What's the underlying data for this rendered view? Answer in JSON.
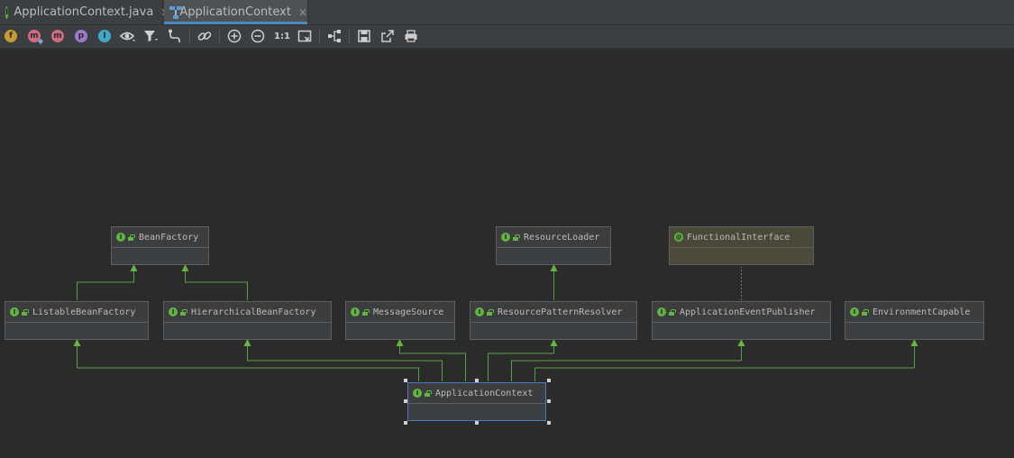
{
  "tabs": [
    {
      "label": "ApplicationContext.java",
      "icon": "interface-icon",
      "active": false
    },
    {
      "label": "ApplicationContext",
      "icon": "diagram-icon",
      "active": true
    }
  ],
  "toolbar": {
    "fields_badge": "f",
    "constructors_badge": "m",
    "methods_badge": "m",
    "properties_badge": "p",
    "inner_classes_badge": "I",
    "zoom_actual_label": "1:1"
  },
  "diagram": {
    "nodes": {
      "bean_factory": "BeanFactory",
      "resource_loader": "ResourceLoader",
      "functional_interface": "FunctionalInterface",
      "listable_bean_factory": "ListableBeanFactory",
      "hierarchical_bean_factory": "HierarchicalBeanFactory",
      "message_source": "MessageSource",
      "resource_pattern_resolver": "ResourcePatternResolver",
      "application_event_publisher": "ApplicationEventPublisher",
      "environment_capable": "EnvironmentCapable",
      "application_context": "ApplicationContext"
    },
    "interface_glyph": "I",
    "annotation_glyph": "@"
  },
  "colors": {
    "background": "#2b2b2b",
    "node_fill": "#3c3f41",
    "annotation_fill": "#4d4a3c",
    "edge": "#62b543",
    "selection": "#4a7bbf"
  }
}
